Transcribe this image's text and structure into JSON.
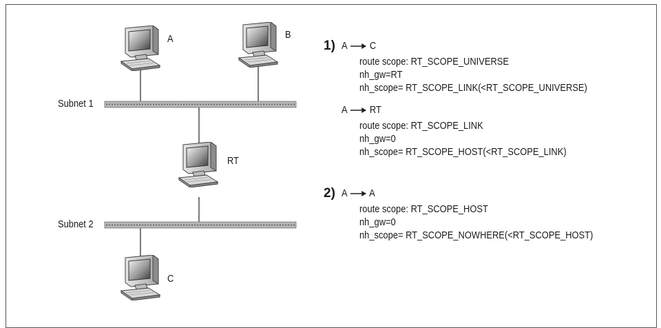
{
  "nodes": {
    "A": "A",
    "B": "B",
    "RT": "RT",
    "C": "C"
  },
  "subnets": {
    "s1": "Subnet 1",
    "s2": "Subnet 2"
  },
  "steps": [
    {
      "number": "1)",
      "flows": [
        {
          "from": "A",
          "to": "C",
          "lines": [
            "route scope: RT_SCOPE_UNIVERSE",
            "nh_gw=RT",
            "nh_scope= RT_SCOPE_LINK(<RT_SCOPE_UNIVERSE)"
          ]
        },
        {
          "from": "A",
          "to": "RT",
          "lines": [
            "route scope: RT_SCOPE_LINK",
            "nh_gw=0",
            "nh_scope= RT_SCOPE_HOST(<RT_SCOPE_LINK)"
          ]
        }
      ]
    },
    {
      "number": "2)",
      "flows": [
        {
          "from": "A",
          "to": "A",
          "lines": [
            "route scope: RT_SCOPE_HOST",
            "nh_gw=0",
            "nh_scope= RT_SCOPE_NOWHERE(<RT_SCOPE_HOST)"
          ]
        }
      ]
    }
  ]
}
